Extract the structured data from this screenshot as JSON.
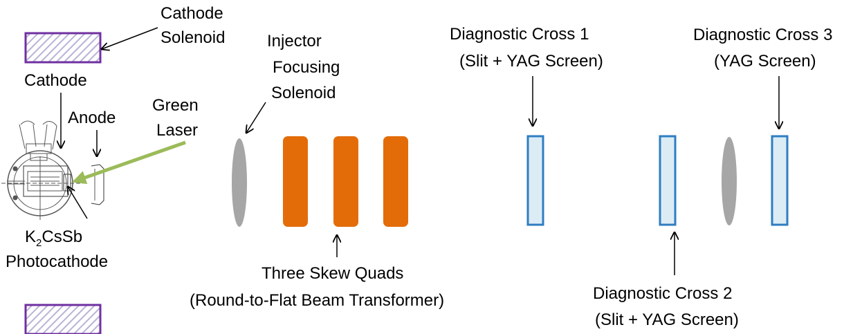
{
  "colors": {
    "solenoid_border": "#7030a0",
    "solenoid_hatch": "#b8b3d6",
    "quad_fill": "#e36c09",
    "lens_fill": "#a6a6a6",
    "screen_fill": "#dcecf5",
    "screen_border": "#2f7dc1",
    "laser": "#9bbb59",
    "text": "#000000"
  },
  "labels": {
    "cathode_solenoid": [
      "Cathode",
      "Solenoid"
    ],
    "cathode": "Cathode",
    "anode": "Anode",
    "green_laser": [
      "Green",
      "Laser"
    ],
    "injector_solenoid": [
      "Injector",
      "Focusing",
      "Solenoid"
    ],
    "photocathode_line1": {
      "main": "K",
      "sub": "2",
      "rest": "CsSb"
    },
    "photocathode_line2": "Photocathode",
    "skew_quads": [
      "Three Skew Quads",
      "(Round-to-Flat Beam Transformer)"
    ],
    "cross1": [
      "Diagnostic Cross 1",
      "(Slit + YAG Screen)"
    ],
    "cross2": [
      "Diagnostic Cross 2",
      "(Slit + YAG Screen)"
    ],
    "cross3": [
      "Diagnostic Cross 3",
      "(YAG Screen)"
    ]
  }
}
